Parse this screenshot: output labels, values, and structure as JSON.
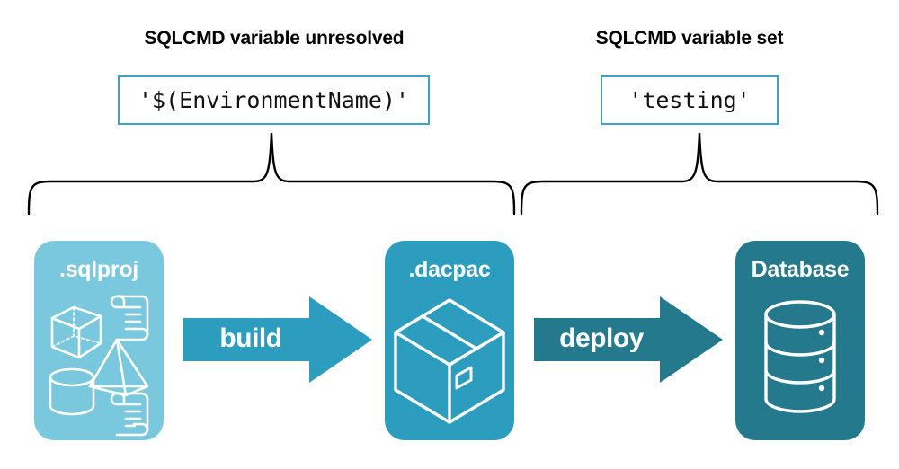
{
  "headings": {
    "left": "SQLCMD variable unresolved",
    "right": "SQLCMD variable set"
  },
  "value_boxes": {
    "left": "'$(EnvironmentName)'",
    "right": "'testing'"
  },
  "cards": [
    {
      "id": "sqlproj",
      "label": ".sqlproj",
      "color": "#79c8de",
      "icons": [
        "cube-icon",
        "scroll-icon",
        "pyramid-icon",
        "cylinder-icon",
        "scroll-icon"
      ]
    },
    {
      "id": "dacpac",
      "label": ".dacpac",
      "color": "#2c9cbf",
      "icons": [
        "package-box-icon"
      ]
    },
    {
      "id": "database",
      "label": "Database",
      "color": "#24798c",
      "icons": [
        "database-cylinder-icon"
      ]
    }
  ],
  "arrows": [
    {
      "id": "build",
      "label": "build",
      "color": "#2c9cbf"
    },
    {
      "id": "deploy",
      "label": "deploy",
      "color": "#24798c"
    }
  ],
  "braces": [
    {
      "id": "left-brace",
      "spans": [
        "sqlproj",
        "dacpac"
      ]
    },
    {
      "id": "right-brace",
      "spans": [
        "dacpac",
        "database"
      ]
    }
  ],
  "colors": {
    "box_border": "#3ba3c4",
    "light_teal": "#79c8de",
    "mid_teal": "#2c9cbf",
    "dark_teal": "#24798c",
    "text": "#000000",
    "background": "#ffffff"
  }
}
